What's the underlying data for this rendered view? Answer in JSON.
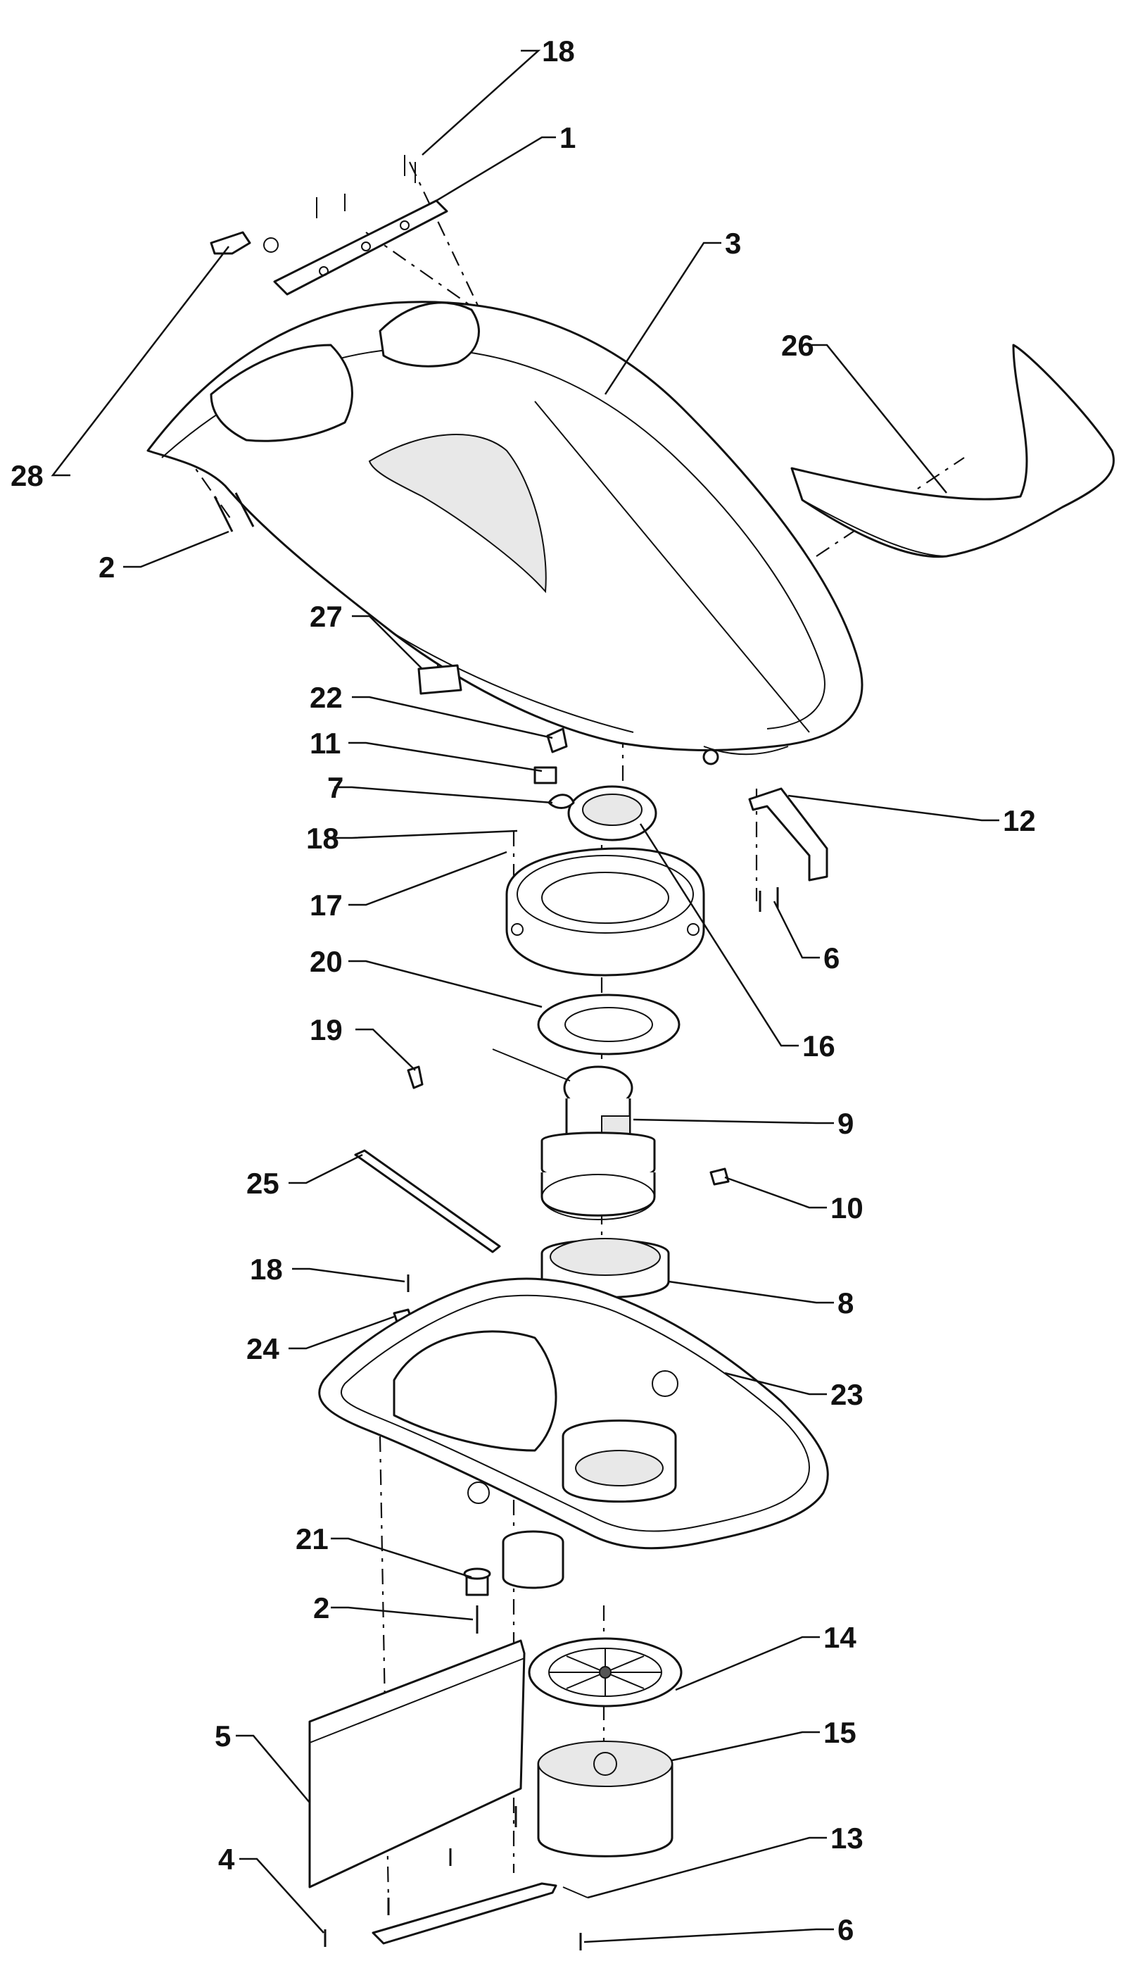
{
  "callouts": {
    "c1": "1",
    "c2a": "2",
    "c2b": "2",
    "c3": "3",
    "c4": "4",
    "c5": "5",
    "c6a": "6",
    "c6b": "6",
    "c7": "7",
    "c8": "8",
    "c9": "9",
    "c10": "10",
    "c11": "11",
    "c12": "12",
    "c13": "13",
    "c14": "14",
    "c15": "15",
    "c16": "16",
    "c17": "17",
    "c18a": "18",
    "c18b": "18",
    "c18c": "18",
    "c19": "19",
    "c20": "20",
    "c21": "21",
    "c22": "22",
    "c23": "23",
    "c24": "24",
    "c25": "25",
    "c26": "26",
    "c27": "27",
    "c28": "28"
  }
}
